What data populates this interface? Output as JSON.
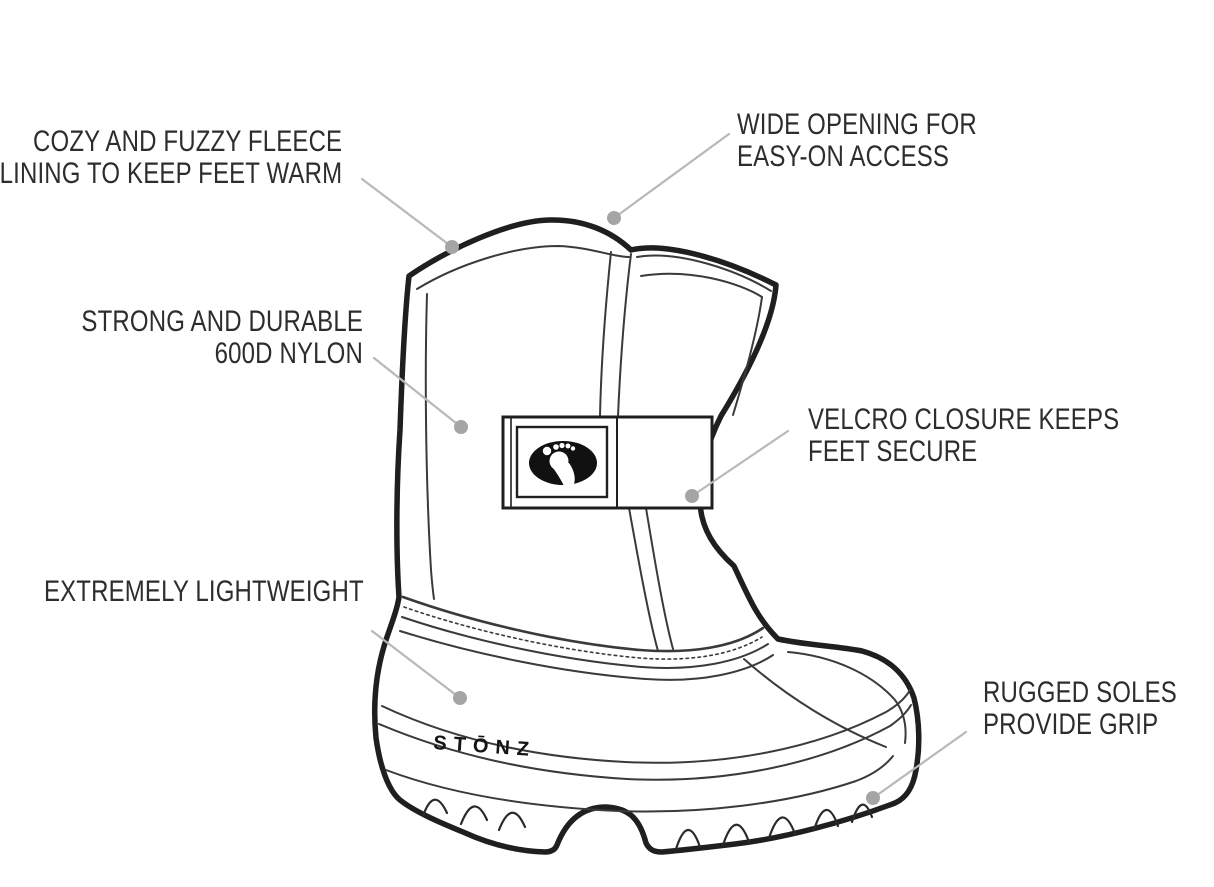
{
  "diagram": {
    "title_context": "Winter boot feature diagram",
    "brand_wordmark": "STŌNZ",
    "colors": {
      "background": "#ffffff",
      "outline": "#1f1f1f",
      "thin_line": "#3a3a3a",
      "leader_line": "#b8b8b8",
      "leader_dot": "#a5a5a5",
      "label_text": "#2d2d2d",
      "logo_fill": "#111111"
    },
    "labels": {
      "fleece": {
        "line1": "COZY AND FUZZY FLEECE",
        "line2": "LINING TO KEEP FEET WARM"
      },
      "opening": {
        "line1": "WIDE OPENING FOR",
        "line2": "EASY-ON ACCESS"
      },
      "nylon": {
        "line1": "STRONG AND DURABLE",
        "line2": "600D NYLON"
      },
      "velcro": {
        "line1": "VELCRO CLOSURE KEEPS",
        "line2": "FEET SECURE"
      },
      "lightweight": {
        "line1": "EXTREMELY LIGHTWEIGHT"
      },
      "soles": {
        "line1": "RUGGED SOLES",
        "line2": "PROVIDE GRIP"
      }
    },
    "icons": {
      "logo": "footprint-icon"
    }
  }
}
